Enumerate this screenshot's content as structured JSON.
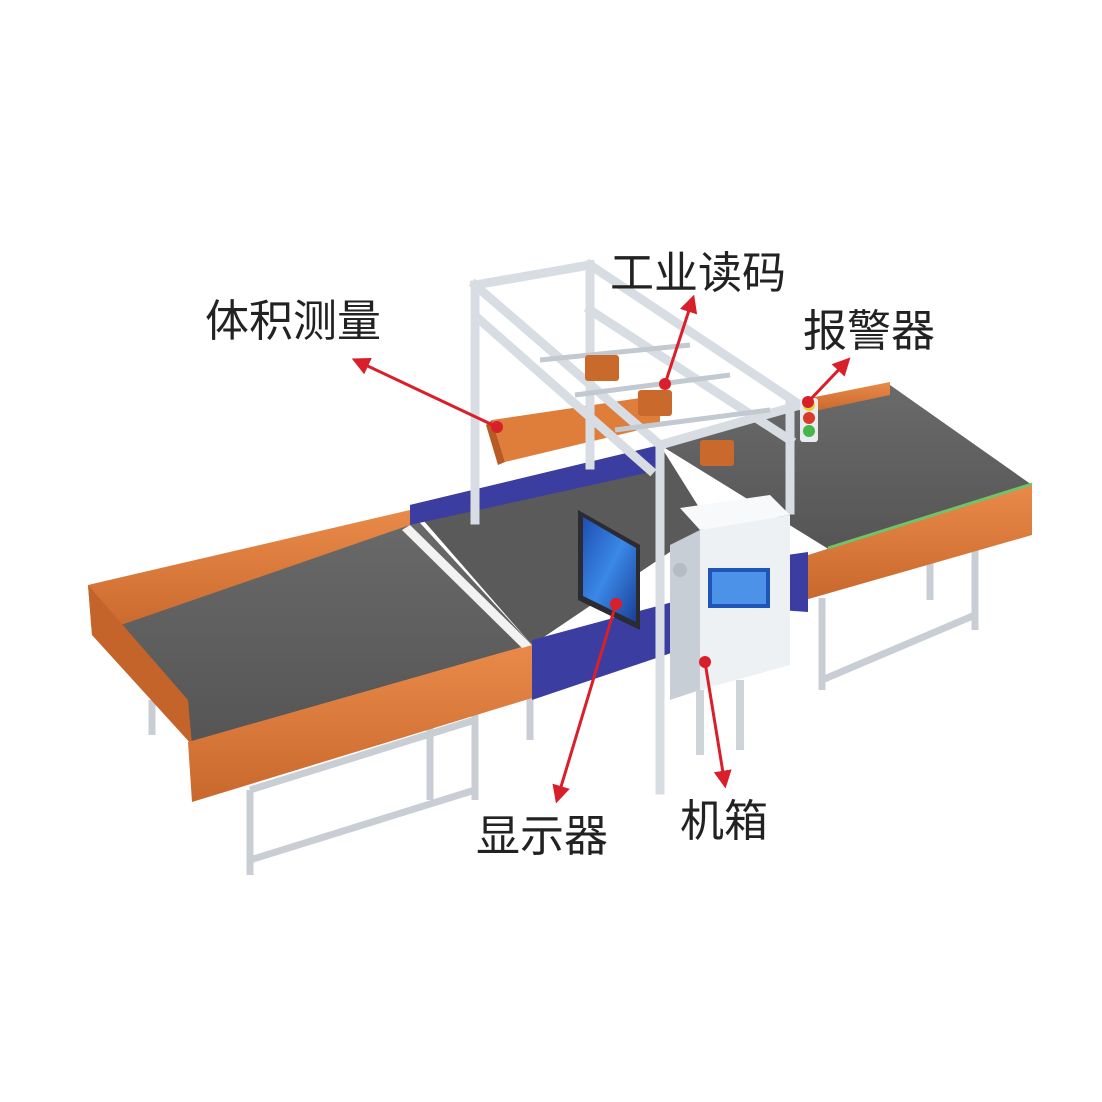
{
  "labels": {
    "volume_measurement": "体积测量",
    "industrial_code_reader": "工业读码",
    "alarm": "报警器",
    "display": "显示器",
    "cabinet": "机箱"
  },
  "colors": {
    "belt": "#5f5f5f",
    "orange_guard": "#dd7a3a",
    "blue_guard": "#3b3ea0",
    "frame_aluminum": "#dfe4ea",
    "cabinet": "#eef1f4",
    "screen": "#2c6fd6",
    "pointer": "#d91f2a"
  },
  "icons": [
    "signal-tower-icon",
    "barcode-scanner-icon",
    "monitor-icon"
  ]
}
